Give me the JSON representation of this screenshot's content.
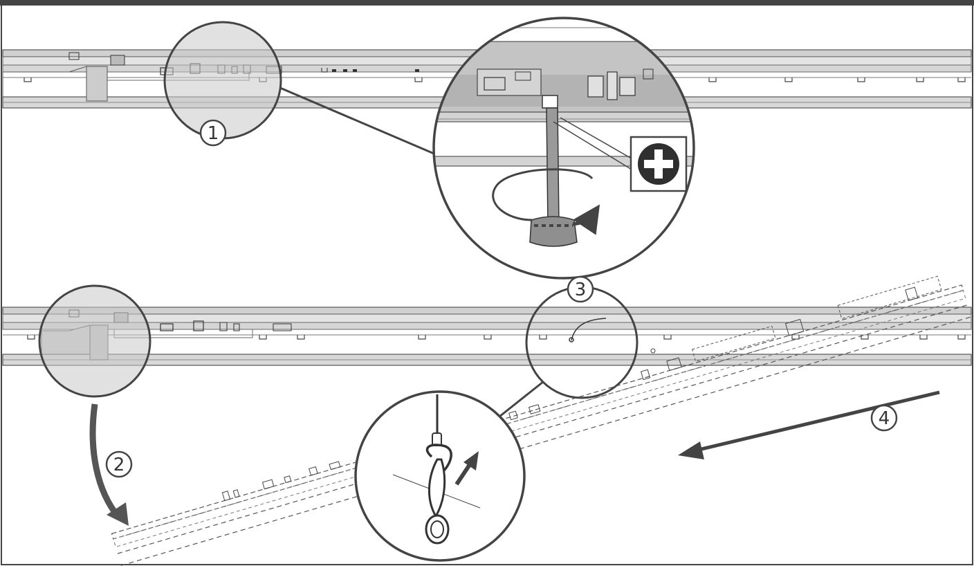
{
  "steps": [
    {
      "number": "1"
    },
    {
      "number": "2"
    },
    {
      "number": "3"
    },
    {
      "number": "4"
    }
  ],
  "icons": {
    "screwdriver_type": "phillips-screwdriver-icon"
  },
  "colors": {
    "frame": "#3a3a3a",
    "outline": "#333333",
    "rail_fill": "#d8d8d8",
    "highlight_fill": "#bdbdbd",
    "arrow": "#444444",
    "background": "#ffffff"
  }
}
